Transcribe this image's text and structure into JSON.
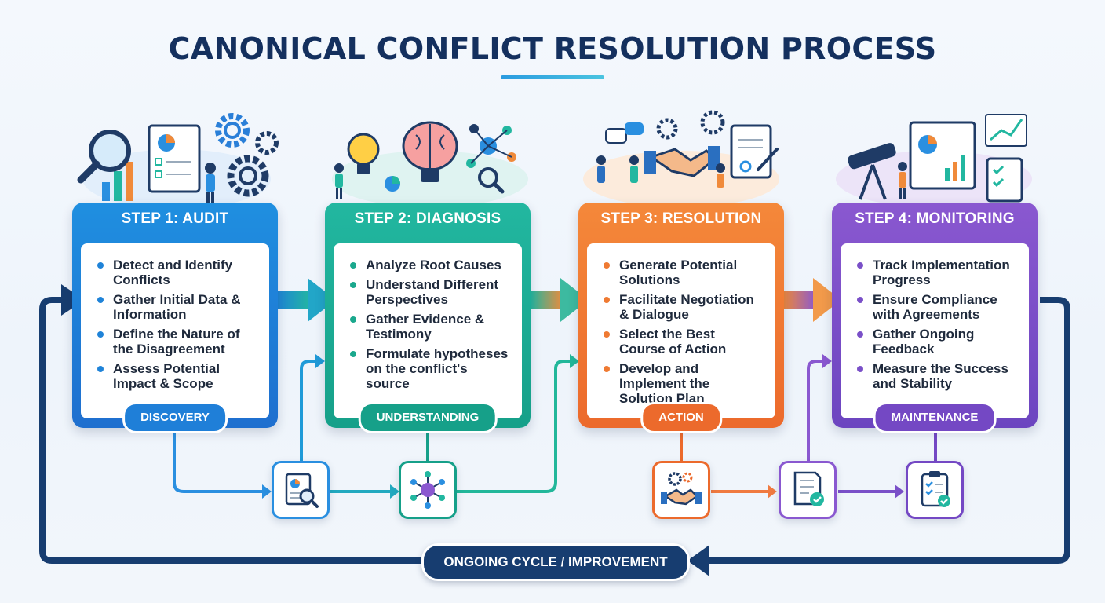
{
  "title": "CANONICAL CONFLICT RESOLUTION PROCESS",
  "colors": {
    "audit": "#1f7fd8",
    "diagnosis": "#16a089",
    "resolution": "#ec6a2c",
    "monitoring": "#7448c4",
    "cycle": "#173d70",
    "title": "#14305e"
  },
  "steps": [
    {
      "header": "STEP 1: AUDIT",
      "bullets": [
        "Detect and Identify Conflicts",
        "Gather Initial Data & Information",
        "Define the Nature of the Disagreement",
        "Assess Potential Impact & Scope"
      ],
      "badge": "DISCOVERY"
    },
    {
      "header": "STEP 2: DIAGNOSIS",
      "bullets": [
        "Analyze Root Causes",
        "Understand Different Perspectives",
        "Gather Evidence & Testimony",
        "Formulate hypotheses on the conflict's source"
      ],
      "badge": "UNDERSTANDING"
    },
    {
      "header": "STEP 3: RESOLUTION",
      "bullets": [
        "Generate Potential Solutions",
        "Facilitate Negotiation & Dialogue",
        "Select the Best Course of Action",
        "Develop and Implement the Solution Plan"
      ],
      "badge": "ACTION"
    },
    {
      "header": "STEP 4: MONITORING",
      "bullets": [
        "Track Implementation Progress",
        "Ensure Compliance with Agreements",
        "Gather Ongoing Feedback",
        "Measure the Success and Stability"
      ],
      "badge": "MAINTENANCE"
    }
  ],
  "nodes": [
    {
      "icon": "report-magnifier-icon"
    },
    {
      "icon": "network-hub-icon"
    },
    {
      "icon": "handshake-gears-icon"
    },
    {
      "icon": "document-check-icon"
    },
    {
      "icon": "clipboard-check-icon"
    }
  ],
  "cycle_label": "ONGOING CYCLE / IMPROVEMENT"
}
